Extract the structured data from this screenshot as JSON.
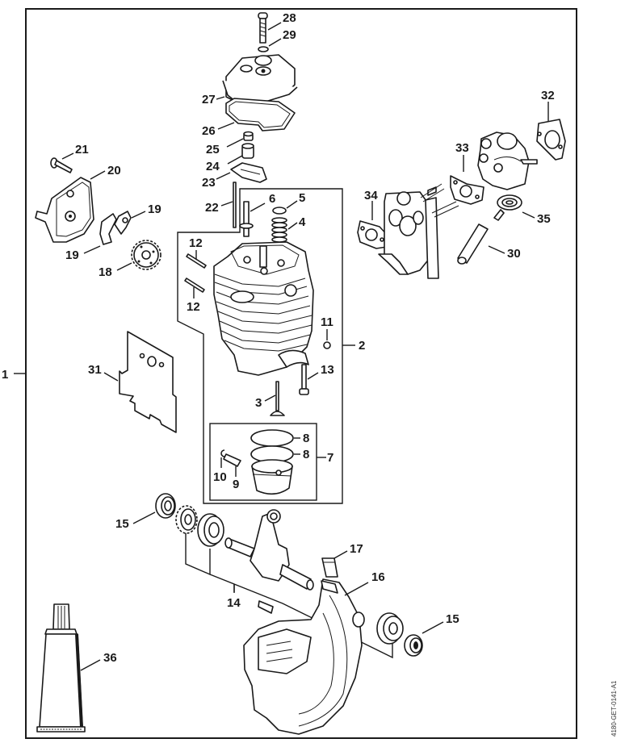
{
  "diagram": {
    "title": "Exploded parts diagram - engine assembly",
    "drawing_id": "4180-GET-0141-A1",
    "colors": {
      "ink": "#1a1a1a",
      "background": "#ffffff"
    },
    "labels": {
      "p1": "1",
      "p2": "2",
      "p3": "3",
      "p4": "4",
      "p5": "5",
      "p6": "6",
      "p7": "7",
      "p8a": "8",
      "p8b": "8",
      "p9": "9",
      "p10": "10",
      "p11": "11",
      "p12a": "12",
      "p12b": "12",
      "p13": "13",
      "p14": "14",
      "p15a": "15",
      "p15b": "15",
      "p16": "16",
      "p17": "17",
      "p18": "18",
      "p19a": "19",
      "p19b": "19",
      "p20": "20",
      "p21": "21",
      "p22": "22",
      "p23": "23",
      "p24": "24",
      "p25": "25",
      "p26": "26",
      "p27": "27",
      "p28": "28",
      "p29": "29",
      "p30": "30",
      "p31": "31",
      "p32": "32",
      "p33": "33",
      "p34": "34",
      "p35": "35",
      "p36": "36"
    },
    "parts": [
      {
        "ref": "1",
        "name": "engine-assembly"
      },
      {
        "ref": "2",
        "name": "cylinder-group"
      },
      {
        "ref": "3",
        "name": "valve"
      },
      {
        "ref": "4",
        "name": "valve-spring"
      },
      {
        "ref": "5",
        "name": "spring-retainer"
      },
      {
        "ref": "6",
        "name": "stud"
      },
      {
        "ref": "7",
        "name": "piston-group"
      },
      {
        "ref": "8",
        "name": "piston-ring"
      },
      {
        "ref": "9",
        "name": "piston-pin"
      },
      {
        "ref": "10",
        "name": "circlip"
      },
      {
        "ref": "11",
        "name": "washer"
      },
      {
        "ref": "12",
        "name": "dowel-pin"
      },
      {
        "ref": "13",
        "name": "screw"
      },
      {
        "ref": "14",
        "name": "crankshaft-group"
      },
      {
        "ref": "15",
        "name": "bearing-oil-seal"
      },
      {
        "ref": "16",
        "name": "crankcase"
      },
      {
        "ref": "17",
        "name": "clip"
      },
      {
        "ref": "18",
        "name": "gear"
      },
      {
        "ref": "19",
        "name": "rocker-arm"
      },
      {
        "ref": "20",
        "name": "cover"
      },
      {
        "ref": "21",
        "name": "screw"
      },
      {
        "ref": "22",
        "name": "push-rod"
      },
      {
        "ref": "23",
        "name": "guide-plate"
      },
      {
        "ref": "24",
        "name": "sleeve"
      },
      {
        "ref": "25",
        "name": "nut"
      },
      {
        "ref": "26",
        "name": "gasket"
      },
      {
        "ref": "27",
        "name": "valve-cover"
      },
      {
        "ref": "28",
        "name": "screw"
      },
      {
        "ref": "29",
        "name": "washer"
      },
      {
        "ref": "30",
        "name": "hose"
      },
      {
        "ref": "31",
        "name": "gasket-plate"
      },
      {
        "ref": "32",
        "name": "gasket"
      },
      {
        "ref": "33",
        "name": "gasket"
      },
      {
        "ref": "34",
        "name": "gasket"
      },
      {
        "ref": "35",
        "name": "primer-bulb"
      },
      {
        "ref": "36",
        "name": "grease-tube"
      }
    ]
  }
}
